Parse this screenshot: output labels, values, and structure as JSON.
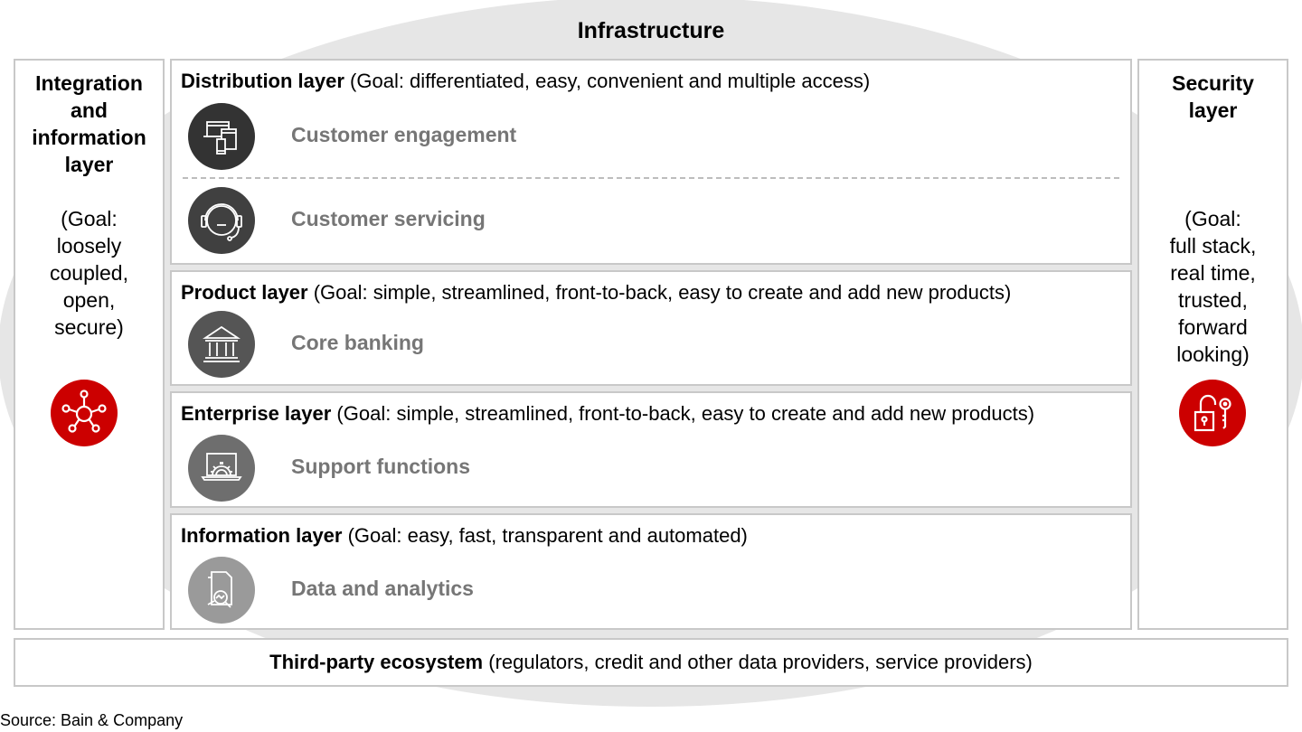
{
  "infrastructure": {
    "title": "Infrastructure"
  },
  "integration_panel": {
    "title_lines": [
      "Integration",
      "and",
      "information",
      "layer"
    ],
    "goal_lines": [
      "(Goal:",
      "loosely",
      "coupled,",
      "open,",
      "secure)"
    ],
    "icon": "network-hub-icon",
    "icon_color": "#cc0000"
  },
  "security_panel": {
    "title_lines": [
      "Security",
      "layer"
    ],
    "goal_lines": [
      "(Goal:",
      "full stack,",
      "real time,",
      "trusted,",
      "forward",
      "looking)"
    ],
    "icon": "lock-and-key-icon",
    "icon_color": "#cc0000"
  },
  "layers": [
    {
      "name": "Distribution layer",
      "goal": " (Goal: differentiated, easy, convenient and multiple access)",
      "items": [
        {
          "label": "Customer engagement",
          "icon": "devices-icon",
          "icon_bg": "#333333"
        },
        {
          "label": "Customer servicing",
          "icon": "headset-icon",
          "icon_bg": "#404040"
        }
      ]
    },
    {
      "name": "Product layer",
      "goal": " (Goal: simple, streamlined, front-to-back, easy to create and add new products)",
      "items": [
        {
          "label": "Core banking",
          "icon": "bank-building-icon",
          "icon_bg": "#555555"
        }
      ]
    },
    {
      "name": "Enterprise layer",
      "goal": " (Goal: simple, streamlined, front-to-back, easy to create and add new products)",
      "items": [
        {
          "label": "Support functions",
          "icon": "laptop-gear-icon",
          "icon_bg": "#6e6e6e"
        }
      ]
    },
    {
      "name": "Information layer",
      "goal": " (Goal: easy, fast, transparent and automated)",
      "items": [
        {
          "label": "Data and analytics",
          "icon": "document-magnifier-icon",
          "icon_bg": "#9a9a9a"
        }
      ]
    }
  ],
  "third_party": {
    "name": "Third-party ecosystem",
    "detail": " (regulators, credit and other data providers, service providers)"
  },
  "source": "Source: Bain & Company"
}
